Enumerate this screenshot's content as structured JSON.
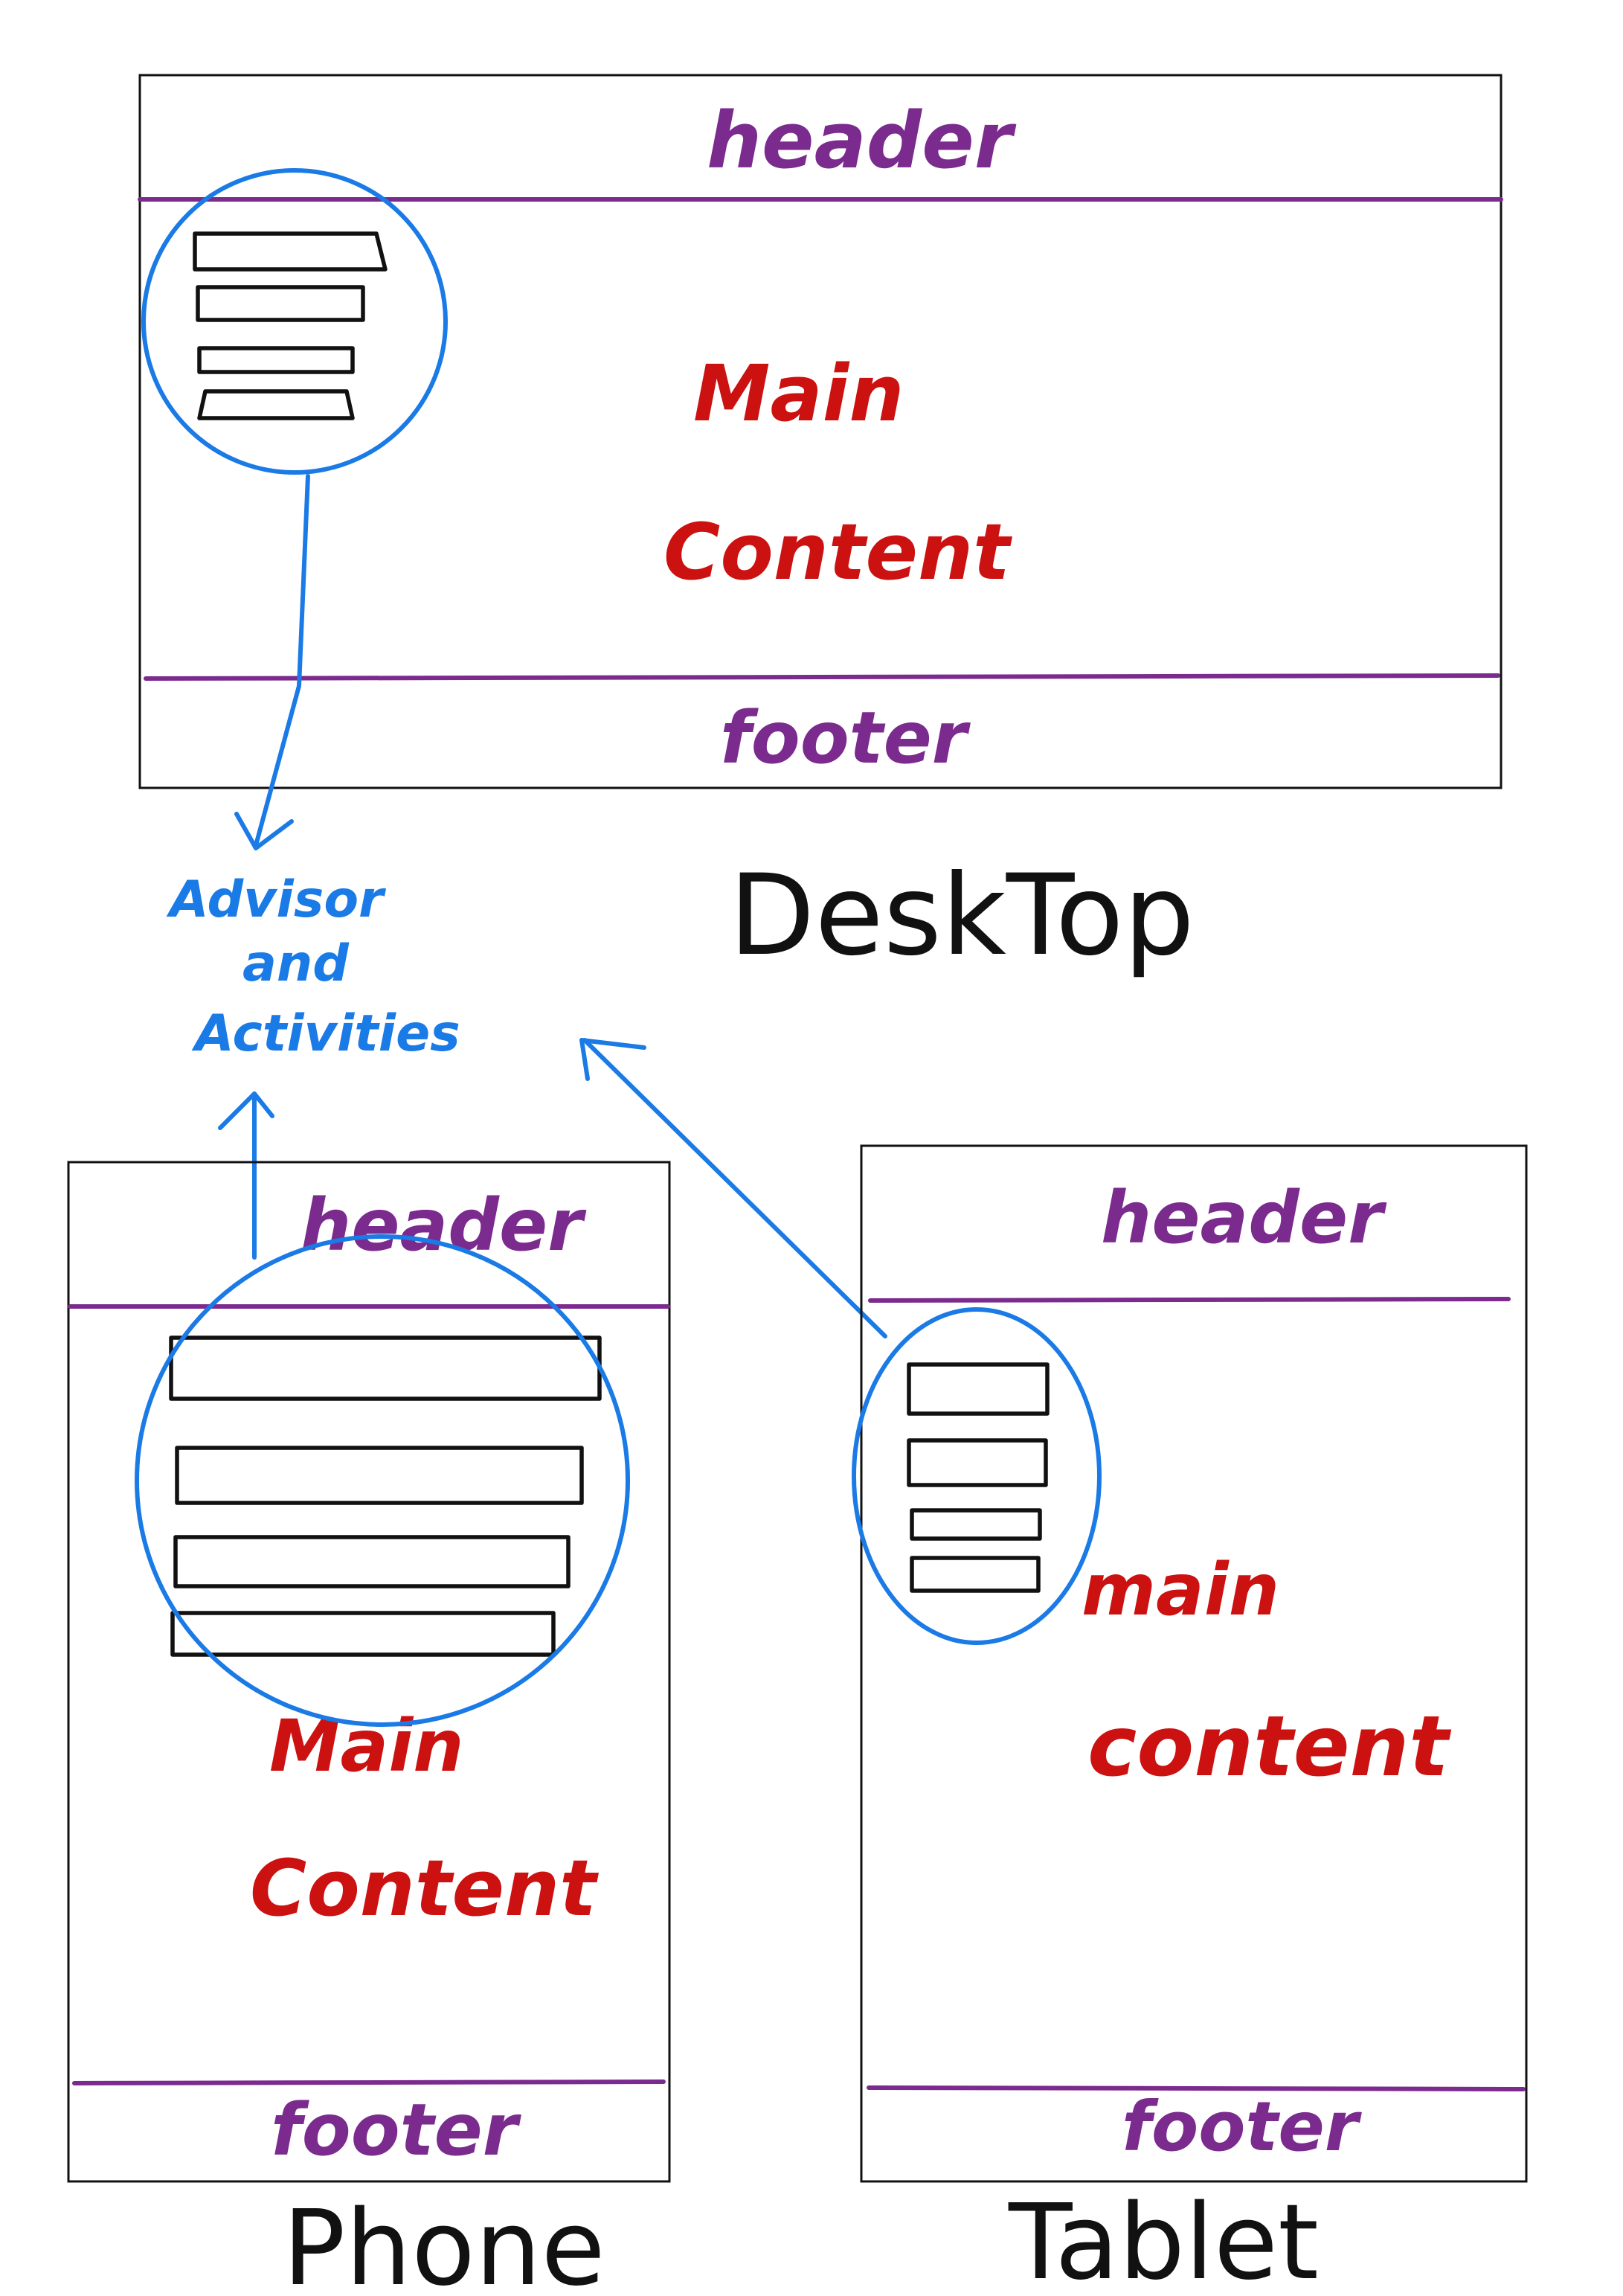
{
  "colors": {
    "header_footer": "#7b2a8e",
    "main_content": "#cc1111",
    "callout": "#1a7ae6",
    "outline": "#111111"
  },
  "desktop": {
    "label": "DeskTop",
    "header": "header",
    "main_line1": "Main",
    "main_line2": "Content",
    "footer": "footer"
  },
  "phone": {
    "label": "Phone",
    "header": "header",
    "main_line1": "Main",
    "main_line2": "Content",
    "footer": "footer"
  },
  "tablet": {
    "label": "Tablet",
    "header": "header",
    "main_line1": "main",
    "main_line2": "content",
    "footer": "footer"
  },
  "callout": {
    "line1": "Advisor",
    "line2": "and",
    "line3": "Activities"
  }
}
